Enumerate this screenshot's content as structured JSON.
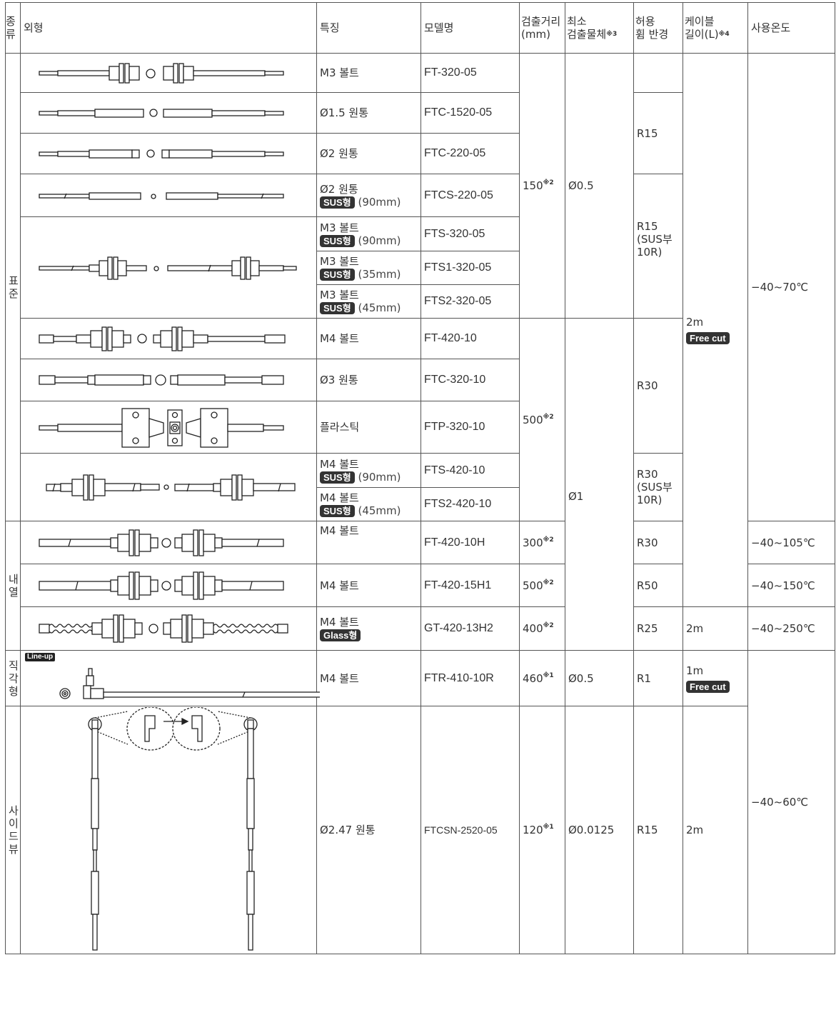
{
  "header": {
    "type": "종\n류",
    "appearance": "외형",
    "feature": "특징",
    "model": "모델명",
    "distance": "검출거리\n(mm)",
    "min_object": "최소\n검출물체",
    "min_object_note": "※3",
    "bend": "허용\n휨 반경",
    "cable": "케이블\n길이(L)",
    "cable_note": "※4",
    "temp": "사용온도"
  },
  "categories": {
    "standard": "표준",
    "heat": "내열",
    "right_angle": "직각형",
    "side_view": "사이드뷰"
  },
  "badges": {
    "sus": "SUS형",
    "glass": "Glass형",
    "free_cut": "Free cut",
    "line_up": "Line-up"
  },
  "rows": [
    {
      "feature": "M3 볼트",
      "model": "FT-320-05"
    },
    {
      "feature": "Ø1.5 원통",
      "model": "FTC-1520-05"
    },
    {
      "feature": "Ø2 원통",
      "model": "FTC-220-05"
    },
    {
      "feature": "Ø2 원통",
      "sus_len": "(90mm)",
      "model": "FTCS-220-05"
    },
    {
      "feature": "M3 볼트",
      "sus_len": "(90mm)",
      "model": "FTS-320-05"
    },
    {
      "feature": "M3 볼트",
      "sus_len": "(35mm)",
      "model": "FTS1-320-05"
    },
    {
      "feature": "M3 볼트",
      "sus_len": "(45mm)",
      "model": "FTS2-320-05"
    },
    {
      "feature": "M4 볼트",
      "model": "FT-420-10"
    },
    {
      "feature": "Ø3 원통",
      "model": "FTC-320-10"
    },
    {
      "feature": "플라스틱",
      "model": "FTP-320-10"
    },
    {
      "feature": "M4 볼트",
      "sus_len": "(90mm)",
      "model": "FTS-420-10"
    },
    {
      "feature": "M4 볼트",
      "sus_len": "(45mm)",
      "model": "FTS2-420-10"
    },
    {
      "feature": "M4 볼트",
      "model": "FT-420-10H",
      "distance": "300",
      "note": "※2",
      "bend": "R30",
      "temp": "−40~105℃"
    },
    {
      "feature": "M4 볼트",
      "model": "FT-420-15H1",
      "distance": "500",
      "note": "※2",
      "bend": "R50",
      "temp": "−40~150℃"
    },
    {
      "feature": "M4 볼트",
      "model": "GT-420-13H2",
      "distance": "400",
      "note": "※2",
      "bend": "R25",
      "cable": "2m",
      "temp": "−40~250℃"
    },
    {
      "feature": "M4 볼트",
      "model": "FTR-410-10R",
      "distance": "460",
      "note": "※1",
      "min_obj": "Ø0.5",
      "bend": "R1",
      "cable": "1m"
    },
    {
      "feature": "Ø2.47 원통",
      "model": "FTCSN-2520-05",
      "distance": "120",
      "note": "※1",
      "min_obj": "Ø0.0125",
      "bend": "R15",
      "cable": "2m",
      "temp": "−40~60℃"
    }
  ],
  "merged": {
    "distance_a": "150",
    "distance_a_note": "※2",
    "distance_b": "500",
    "distance_b_note": "※2",
    "min_obj_a": "Ø0.5",
    "min_obj_b": "Ø1",
    "bend_r15": "R15",
    "bend_r15_sus": "R15\n(SUS부\n10R)",
    "bend_r30": "R30",
    "bend_r30_sus": "R30\n(SUS부\n10R)",
    "cable_2m": "2m",
    "temp_std": "−40~70℃",
    "temp_lower": "−40~60℃"
  }
}
